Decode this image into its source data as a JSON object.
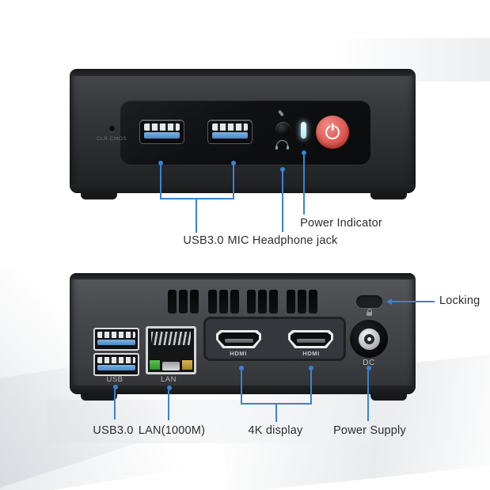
{
  "front_view": {
    "clr_cmos_label": "CLR CMOS",
    "callouts": {
      "usb": "USB3.0",
      "mic": "MIC Headphone jack",
      "power": "Power Indicator"
    }
  },
  "back_view": {
    "port_labels": {
      "usb": "USB",
      "lan": "LAN",
      "hdmi": "HDMI",
      "dc": "DC"
    },
    "callouts": {
      "locking": "Locking",
      "usb": "USB3.0",
      "lan": "LAN(1000M)",
      "display": "4K display",
      "power": "Power Supply"
    }
  },
  "icons": {
    "power_button": "power-symbol",
    "headphone": "headphone-outline",
    "mic": "microphone",
    "lock_mark": "padlock",
    "power_led": "led-pill"
  },
  "colors": {
    "callout_blue": "#3b82d4",
    "power_red": "#d84f4a",
    "usb_blue": "#4c86c4",
    "led_cyan": "#b9e5f0"
  }
}
